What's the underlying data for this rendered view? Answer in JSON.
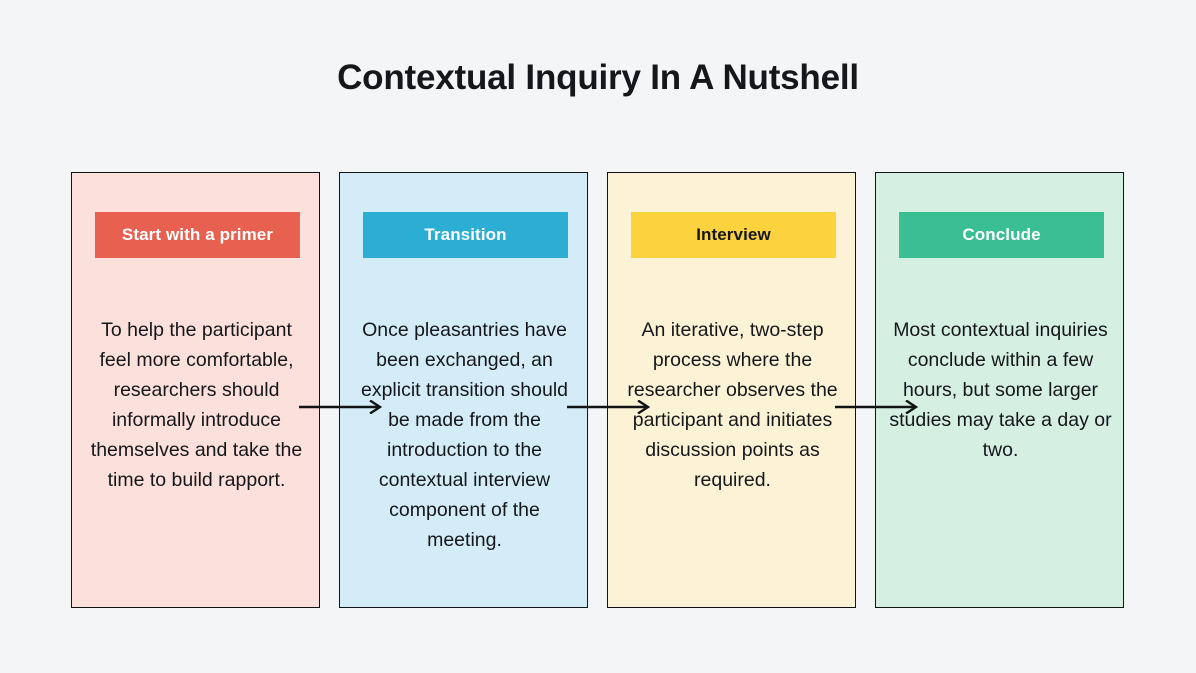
{
  "page": {
    "background_color": "#f4f5f7",
    "title": "Contextual Inquiry In A Nutshell",
    "title_color": "#15171a"
  },
  "chart_data": {
    "type": "diagram",
    "diagram_kind": "horizontal-process-flow",
    "title": "Contextual Inquiry In A Nutshell",
    "step_count": 4,
    "connector_count": 3,
    "connector_style": "single-headed-arrow",
    "steps": [
      {
        "index": 1,
        "label": "Start with a primer",
        "description": "To help the participant feel more comfortable, researchers should informally introduce themselves and take the time to build rapport.",
        "card_background": "#fce0db",
        "badge_background": "#e8604f",
        "badge_text_color": "#ffffff",
        "border_color": "#111315"
      },
      {
        "index": 2,
        "label": "Transition",
        "description": "Once pleasantries have been exchanged, an explicit transition should be made from the introduction to the contextual interview component of the meeting.",
        "card_background": "#d3ecf8",
        "badge_background": "#2badd4",
        "badge_text_color": "#ffffff",
        "border_color": "#111315"
      },
      {
        "index": 3,
        "label": "Interview",
        "description": "An iterative, two-step process where the researcher observes the participant and initiates discussion points as required.",
        "card_background": "#fcf3d6",
        "badge_background": "#fcd23f",
        "badge_text_color": "#15171a",
        "border_color": "#111315"
      },
      {
        "index": 4,
        "label": "Conclude",
        "description": "Most contextual inquiries conclude within a few hours, but some larger studies may take a day or two.",
        "card_background": "#d5efe3",
        "badge_background": "#3abe93",
        "badge_text_color": "#ffffff",
        "border_color": "#111315"
      }
    ],
    "connectors": [
      {
        "from": "Start with a primer",
        "to": "Transition",
        "icon": "arrow-right-icon",
        "color": "#111315"
      },
      {
        "from": "Transition",
        "to": "Interview",
        "icon": "arrow-right-icon",
        "color": "#111315"
      },
      {
        "from": "Interview",
        "to": "Conclude",
        "icon": "arrow-right-icon",
        "color": "#111315"
      }
    ]
  }
}
